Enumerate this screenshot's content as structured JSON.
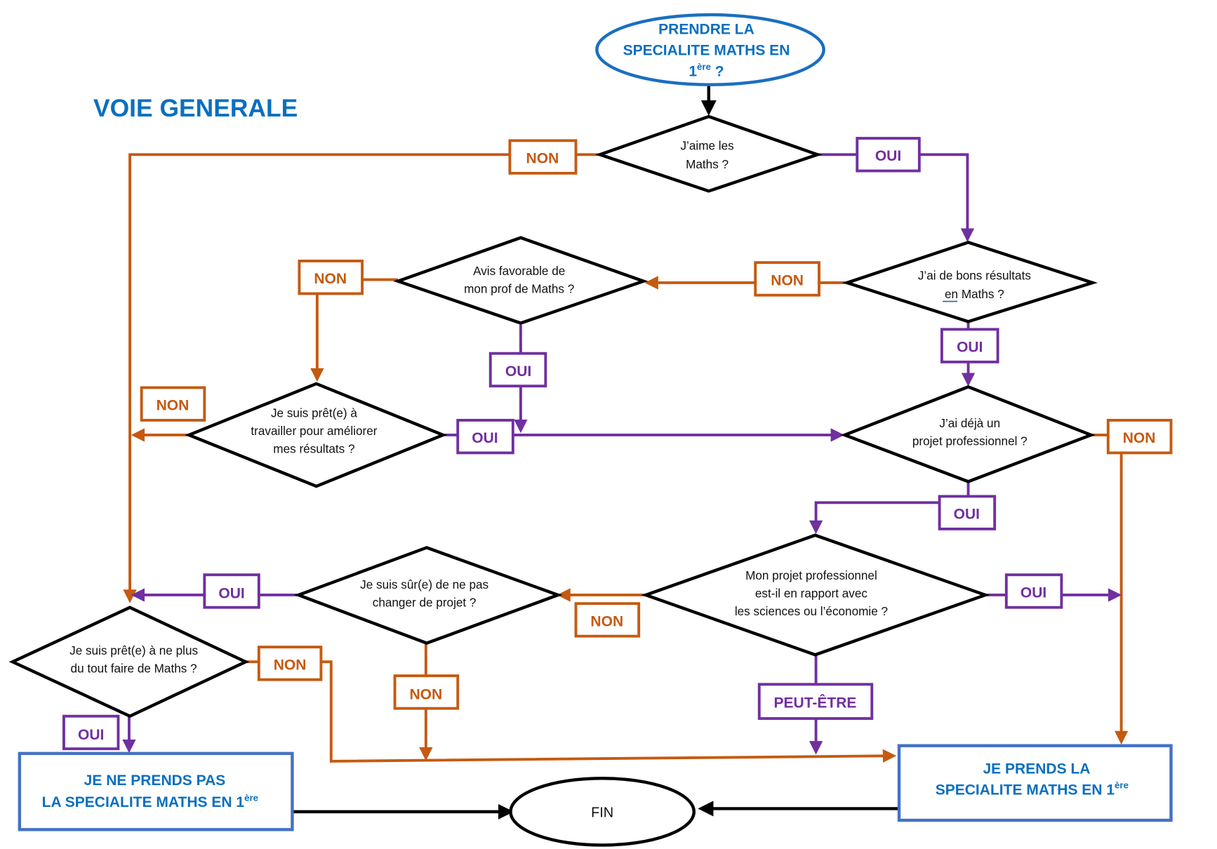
{
  "title": "VOIE GENERALE",
  "start": {
    "line1": "PRENDRE LA",
    "line2": "SPECIALITE MATHS EN",
    "line3": "1",
    "sup": "ère",
    "suffix": " ?"
  },
  "questions": {
    "q1": [
      "J’aime les",
      "Maths ?"
    ],
    "q2": [
      "J’ai de bons résultats",
      "en Maths ?"
    ],
    "q3": [
      "Avis favorable de",
      "mon prof de Maths ?"
    ],
    "q4": [
      "Je suis prêt(e) à",
      "travailler pour améliorer",
      "mes résultats ?"
    ],
    "q5": [
      "J’ai déjà un",
      "projet professionnel ?"
    ],
    "q6": [
      "Mon projet professionnel",
      "est-il en rapport avec",
      "les sciences ou l’économie ?"
    ],
    "q7": [
      "Je suis sûr(e) de ne pas",
      "changer de projet ?"
    ],
    "q8": [
      "Je suis prêt(e) à ne plus",
      "du tout  faire de Maths ?"
    ]
  },
  "labels": {
    "yes": "OUI",
    "no": "NON",
    "maybe": "PEUT-ÊTRE"
  },
  "outcomes": {
    "no_take": {
      "line1": "JE NE PRENDS PAS",
      "line2": "LA SPECIALITE MATHS EN  1",
      "sup": "ère"
    },
    "take": {
      "line1": "JE PRENDS LA",
      "line2": "SPECIALITE MATHS EN 1",
      "sup": "ère"
    },
    "end": "FIN"
  },
  "colors": {
    "yes": "#7030a0",
    "no": "#c55a11",
    "terminal": "#0a6fbf",
    "box_border": "#4472c4"
  }
}
